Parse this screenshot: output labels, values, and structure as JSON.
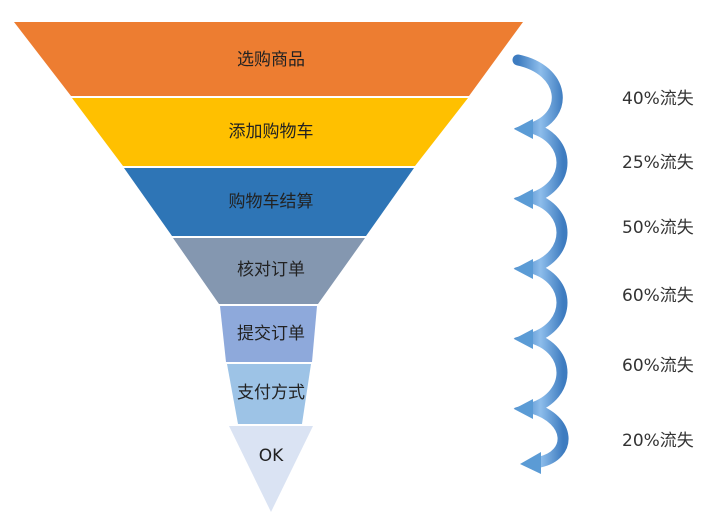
{
  "funnel": {
    "stages": [
      {
        "label": "选购商品",
        "color": "#ED7D31"
      },
      {
        "label": "添加购物车",
        "color": "#FFC000"
      },
      {
        "label": "购物车结算",
        "color": "#2E75B6"
      },
      {
        "label": "核对订单",
        "color": "#8497B0"
      },
      {
        "label": "提交订单",
        "color": "#8EA9DB"
      },
      {
        "label": "支付方式",
        "color": "#9DC3E6"
      },
      {
        "label": "OK",
        "color": "#DAE3F3"
      }
    ],
    "losses": [
      "40%流失",
      "25%流失",
      "50%流失",
      "60%流失",
      "60%流失",
      "20%流失"
    ],
    "arrow_color": "#5B9BD5"
  }
}
